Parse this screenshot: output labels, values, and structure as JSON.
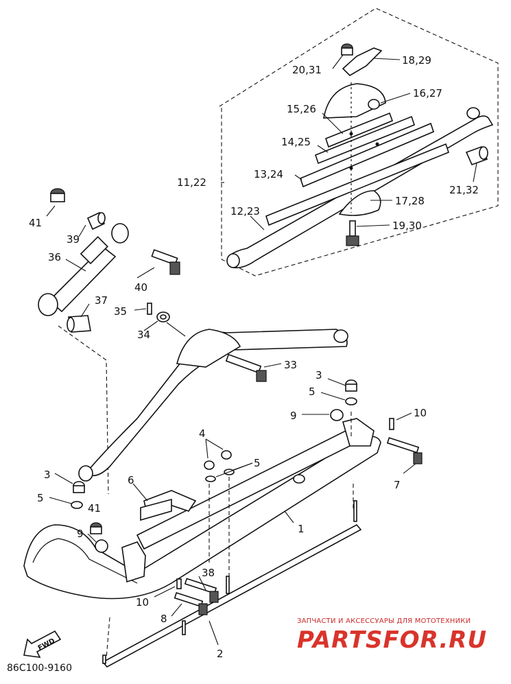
{
  "diagram": {
    "drawing_code": "86C100-9160",
    "fwd_label": "FWD",
    "watermark": {
      "tagline": "ЗАПЧАСТИ И АКСЕССУАРЫ ДЛЯ МОТОТЕХНИКИ",
      "brand": "PARTSFOR.RU"
    },
    "labels": {
      "p1829": "18,29",
      "p2031": "20,31",
      "p1627": "16,27",
      "p1526": "15,26",
      "p1425": "14,25",
      "p1122": "11,22",
      "p1324": "13,24",
      "p2132": "21,32",
      "p1728": "17,28",
      "p1223": "12,23",
      "p1930": "19,30",
      "p41a": "41",
      "p39": "39",
      "p36": "36",
      "p40": "40",
      "p37": "37",
      "p35": "35",
      "p34": "34",
      "p33": "33",
      "p3a": "3",
      "p5a": "5",
      "p9a": "9",
      "p10a": "10",
      "p4": "4",
      "p5b": "5",
      "p7": "7",
      "p3b": "3",
      "p6": "6",
      "p5c": "5",
      "p41b": "41",
      "p1": "1",
      "p9b": "9",
      "p38": "38",
      "p10b": "10",
      "p8": "8",
      "p2": "2"
    }
  }
}
